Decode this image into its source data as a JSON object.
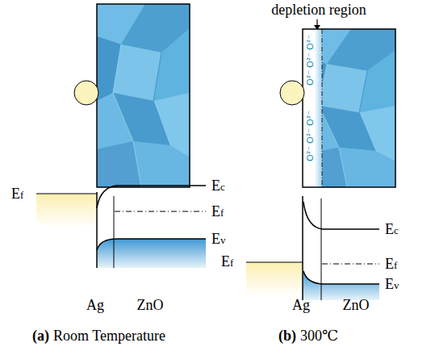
{
  "diagram": {
    "labels": [
      "depletion region",
      "O²⁻",
      "O²⁻",
      "O²⁻",
      "O²⁻",
      "O²⁻",
      "O²⁻",
      "Ef",
      "Ec",
      "Ef",
      "Ev",
      "Ag",
      "ZnO",
      "Ef",
      "Ec",
      "Ef",
      "Ev",
      "Ag",
      "ZnO",
      "(a)",
      "Room Temperature",
      "(b)",
      "300℃"
    ]
  }
}
